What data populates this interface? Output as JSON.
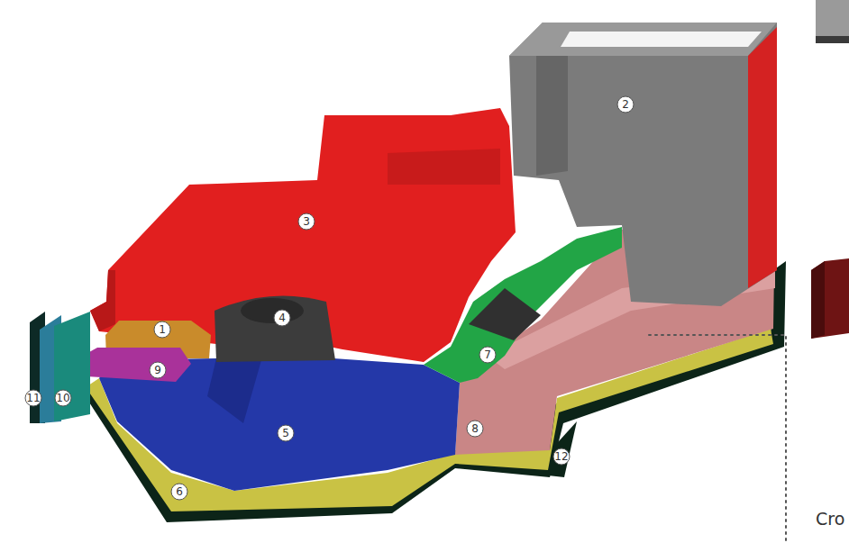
{
  "diagram": {
    "labels": [
      "1",
      "2",
      "3",
      "4",
      "5",
      "6",
      "7",
      "8",
      "9",
      "10",
      "11",
      "12",
      "Cro"
    ]
  }
}
